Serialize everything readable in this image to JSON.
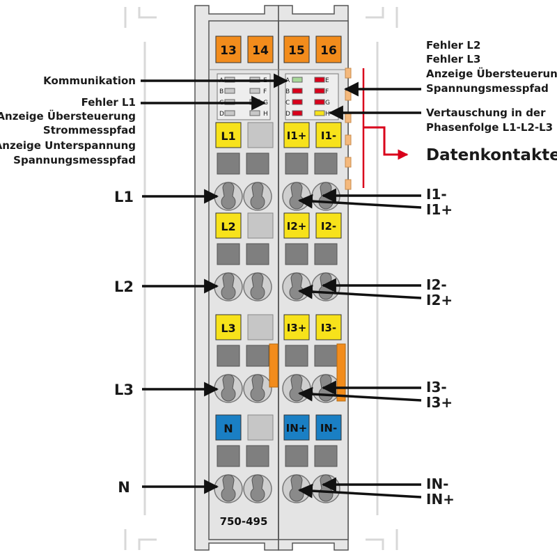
{
  "module": {
    "model": "750-495",
    "top_terminals": [
      "13",
      "14",
      "15",
      "16"
    ],
    "led_letters_left": [
      "A",
      "B",
      "C",
      "D"
    ],
    "led_letters_mid_left": [
      "E",
      "F",
      "G",
      "H"
    ],
    "led_letters_mid_right": [
      "A",
      "B",
      "C",
      "D"
    ],
    "led_letters_right": [
      "E",
      "F",
      "G",
      "H"
    ],
    "rows": [
      {
        "left": "L1",
        "right_a": "I1+",
        "right_b": "I1-",
        "color": "#f7e21b"
      },
      {
        "left": "L2",
        "right_a": "I2+",
        "right_b": "I2-",
        "color": "#f7e21b"
      },
      {
        "left": "L3",
        "right_a": "I3+",
        "right_b": "I3-",
        "color": "#f7e21b"
      },
      {
        "left": "N",
        "right_a": "IN+",
        "right_b": "IN-",
        "color": "#1a7fc4"
      }
    ]
  },
  "labels_left": {
    "kommunikation": "Kommunikation",
    "fehler_l1": "Fehler L1",
    "uebersteuerung_strom_1": "Anzeige Übersteuerung",
    "uebersteuerung_strom_2": "Strommesspfad",
    "unterspannung_1": "Anzeige Unterspannung",
    "unterspannung_2": "Spannungsmesspfad",
    "l1": "L1",
    "l2": "L2",
    "l3": "L3",
    "n": "N"
  },
  "labels_right": {
    "fehler_l2": "Fehler L2",
    "fehler_l3": "Fehler L3",
    "uebersteuerung_span_1": "Anzeige Übersteuerung",
    "uebersteuerung_span_2": "Spannungsmesspfad",
    "vertauschung_1": "Vertauschung in der",
    "vertauschung_2": "Phasenfolge L1-L2-L3",
    "datenkontakte": "Datenkontakte",
    "i1m": "I1-",
    "i1p": "I1+",
    "i2m": "I2-",
    "i2p": "I2+",
    "i3m": "I3-",
    "i3p": "I3+",
    "inm": "IN-",
    "inp": "IN+"
  },
  "colors": {
    "orange": "#f28c1c",
    "yellow": "#f7e21b",
    "blue": "#1a7fc4",
    "red": "#d9001b",
    "body": "#dcdcdc",
    "gray_block": "#808080",
    "arrow": "#111111"
  }
}
